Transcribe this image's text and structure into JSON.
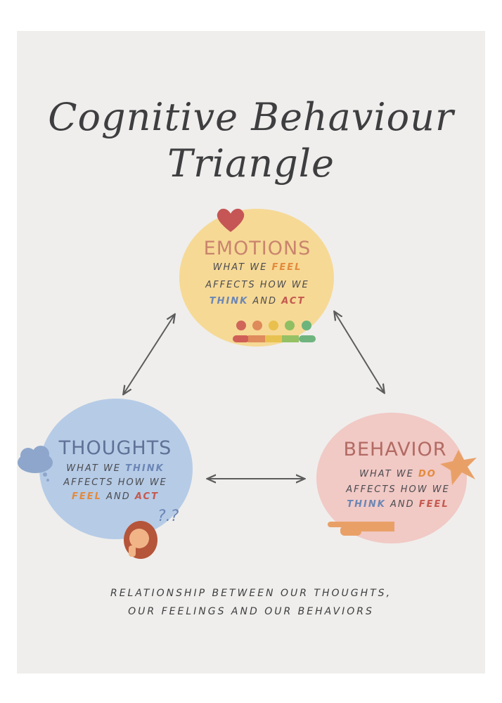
{
  "title": {
    "line1": "Cognitive Behaviour",
    "line2": "Triangle"
  },
  "emotions": {
    "heading": "EMOTIONS",
    "line1": "WHAT WE",
    "kw_feel": "FEEL",
    "line2": "AFFECTS HOW WE",
    "kw_think": "THINK",
    "and": "AND",
    "kw_act": "ACT"
  },
  "thoughts": {
    "heading": "THOUGHTS",
    "line1": "WHAT WE",
    "kw_think": "THINK",
    "line2": "AFFECTS HOW WE",
    "kw_feel": "FEEL",
    "and": "AND",
    "kw_act": "ACT"
  },
  "behavior": {
    "heading": "BEHAVIOR",
    "line1": "WHAT WE",
    "kw_do": "DO",
    "line2": "AFFECTS HOW WE",
    "kw_think": "THINK",
    "and": "AND",
    "kw_feel": "FEEL"
  },
  "question_marks": "?.?",
  "caption": {
    "line1": "RELATIONSHIP BETWEEN OUR THOUGHTS,",
    "line2": "OUR FEELINGS AND OUR BEHAVIORS"
  },
  "colors": {
    "emotions_circle": "#f6d995",
    "thoughts_circle": "#b6cbe6",
    "behavior_circle": "#f1c9c5",
    "emotions_heading": "#c9846d",
    "thoughts_heading": "#5f7196",
    "behavior_heading": "#b26a63",
    "arrow": "#5c5c5c"
  },
  "icons": [
    "heart-icon",
    "mood-faces-icon",
    "cloud-icon",
    "thinking-woman-icon",
    "star-burst-icon",
    "pointing-hand-icon"
  ]
}
